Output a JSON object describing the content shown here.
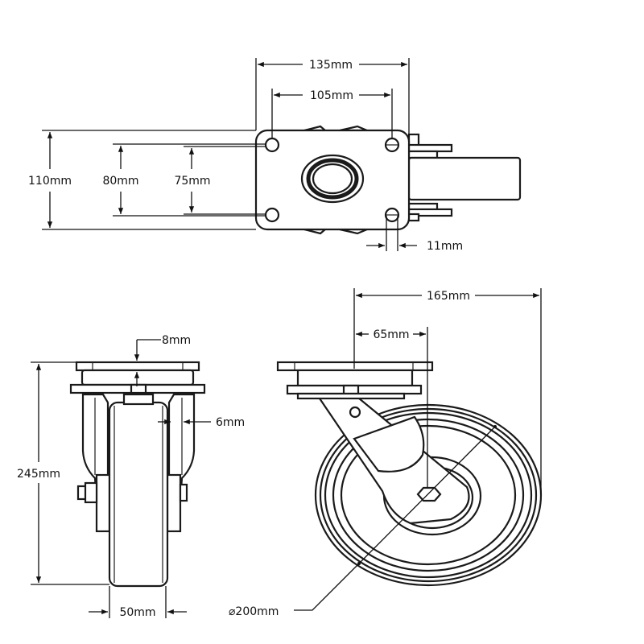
{
  "drawing": {
    "title": "Swivel castor technical drawing",
    "views": [
      "top-view",
      "front-view",
      "side-view"
    ],
    "line_color": "#1a1a1a",
    "background": "#ffffff"
  },
  "dimensions": {
    "plate_width": "135mm",
    "hole_spacing_width": "105mm",
    "plate_length": "110mm",
    "hole_spacing_length_outer": "80mm",
    "hole_spacing_length_inner": "75mm",
    "slot_width": "11mm",
    "plate_thickness": "8mm",
    "fork_thickness": "6mm",
    "overall_height": "245mm",
    "wheel_width": "50mm",
    "swivel_radius": "165mm",
    "offset": "65mm",
    "wheel_diameter": "⌀200mm"
  }
}
